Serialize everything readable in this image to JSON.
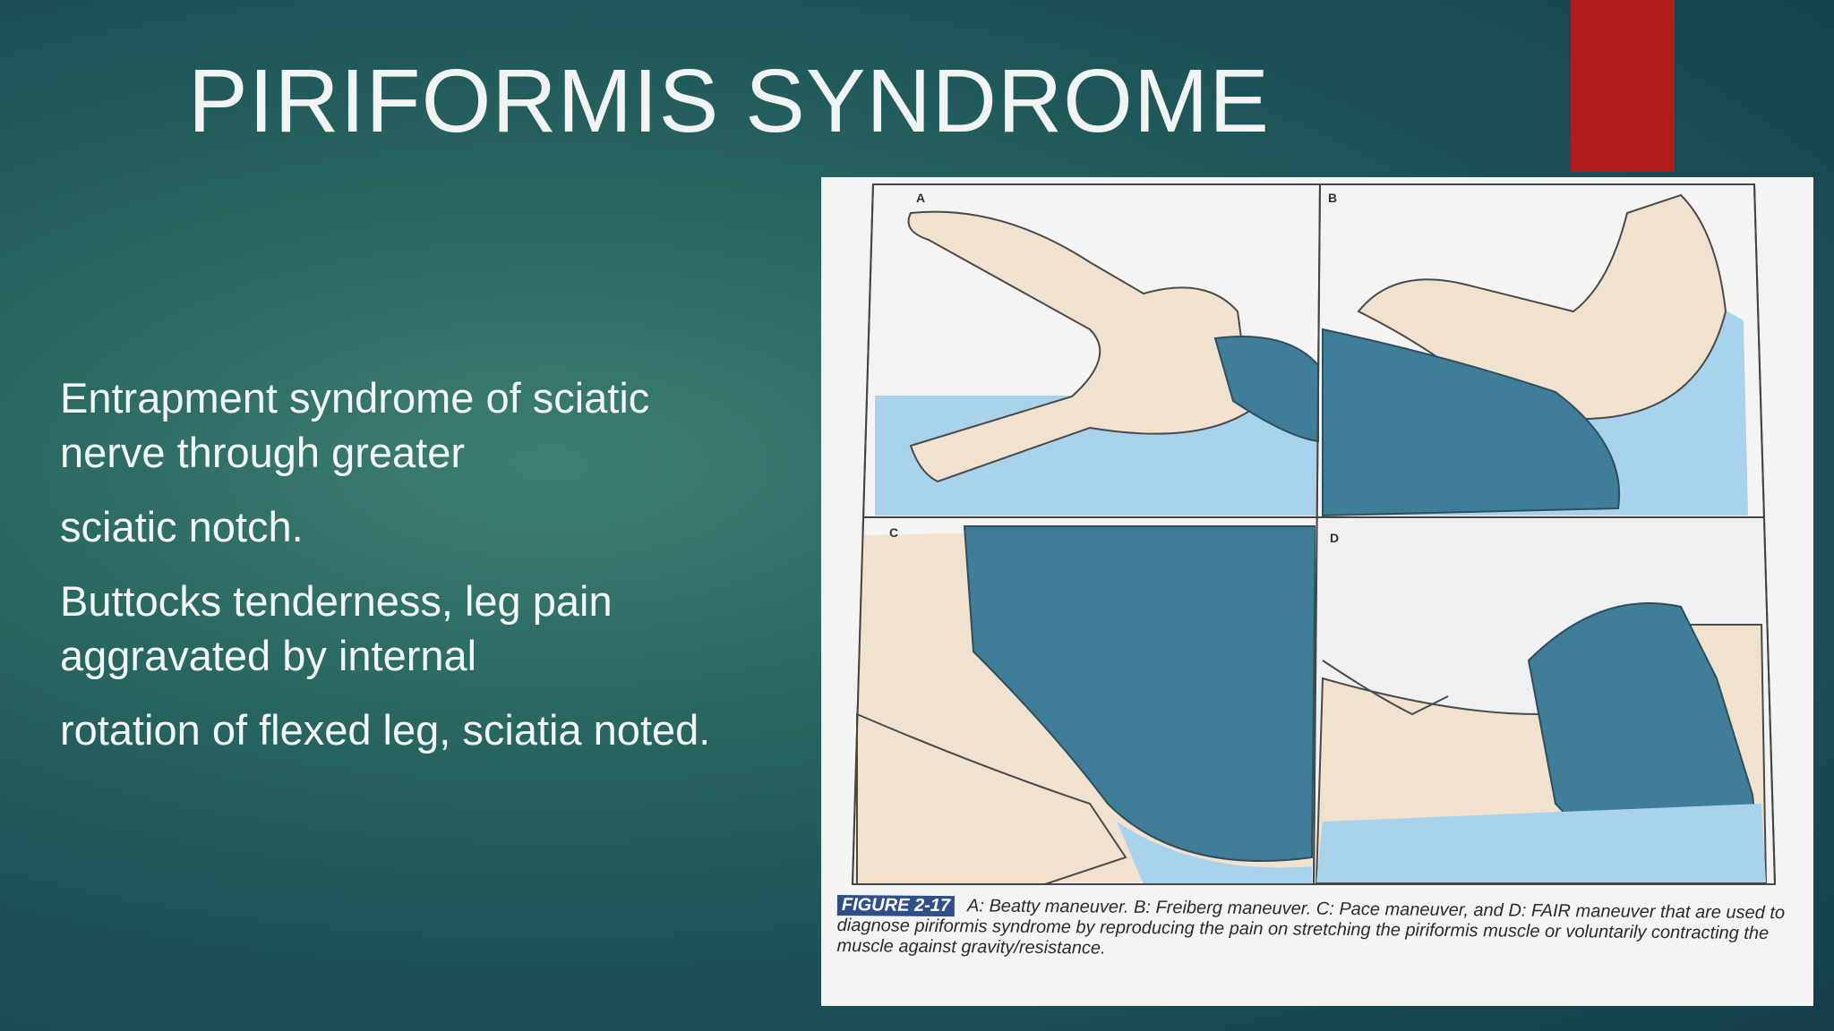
{
  "slide": {
    "title": "PIRIFORMIS SYNDROME",
    "paragraphs": [
      "Entrapment syndrome of sciatic nerve through greater",
      "sciatic notch.",
      "Buttocks tenderness, leg pain aggravated by internal",
      "rotation of flexed leg, sciatia noted."
    ],
    "accent_color": "#b11c1c"
  },
  "figure": {
    "panel_labels": [
      "A",
      "B",
      "C",
      "D"
    ],
    "label": "FIGURE 2-17",
    "caption": "A: Beatty maneuver. B: Freiberg maneuver. C: Pace maneuver, and D: FAIR maneuver that are used to diagnose piriformis syndrome by reproducing the pain on stretching the piriformis muscle or voluntarily contracting the muscle against gravity/resistance.",
    "colors": {
      "blue_dark": "#3f7d98",
      "blue_light": "#a9d3ec",
      "skin": "#f1e1cf"
    }
  }
}
